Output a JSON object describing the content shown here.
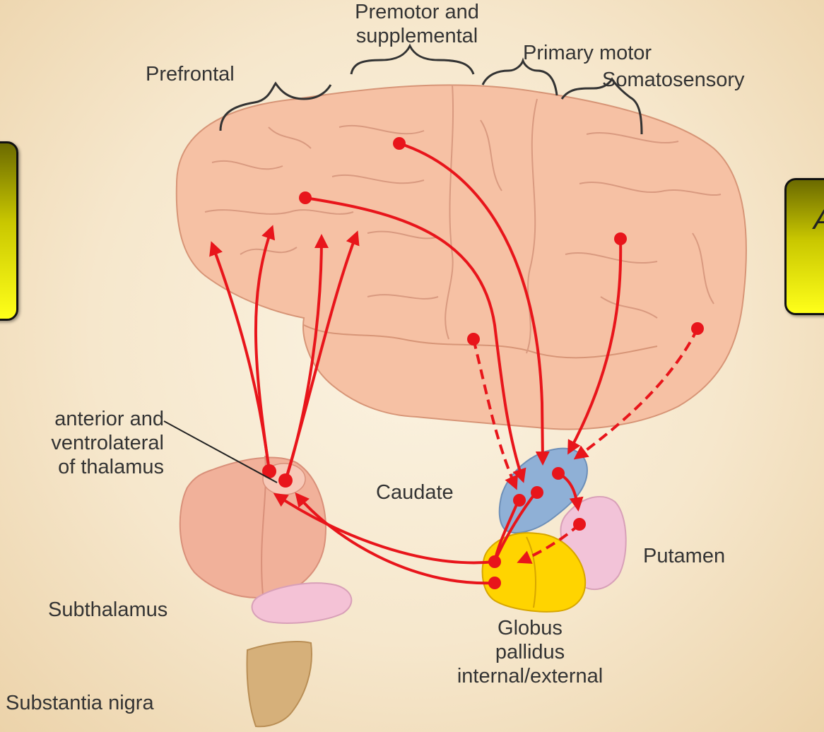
{
  "labels": {
    "premotor": [
      "Premotor and",
      "supplemental"
    ],
    "prefrontal": "Prefrontal",
    "primary_motor": "Primary motor",
    "somatosensory": "Somatosensory",
    "thalamus": [
      "anterior and",
      "ventrolateral",
      "of thalamus"
    ],
    "caudate": "Caudate",
    "putamen": "Putamen",
    "subthalamus": "Subthalamus",
    "substantia_nigra": "Substantia nigra",
    "globus": [
      "Globus",
      "pallidus",
      "internal/external"
    ]
  },
  "right_callout_text": "A",
  "colors": {
    "pathway": "#e8151b",
    "brain_fill": "#f6c1a4",
    "caudate": "#8fb0d6",
    "putamen": "#f2c3d8",
    "globus_pallidus": "#ffd400",
    "thalamus": "#f1b19a",
    "subthalamus": "#f4c2d6",
    "substantia_nigra": "#d6b07a"
  }
}
